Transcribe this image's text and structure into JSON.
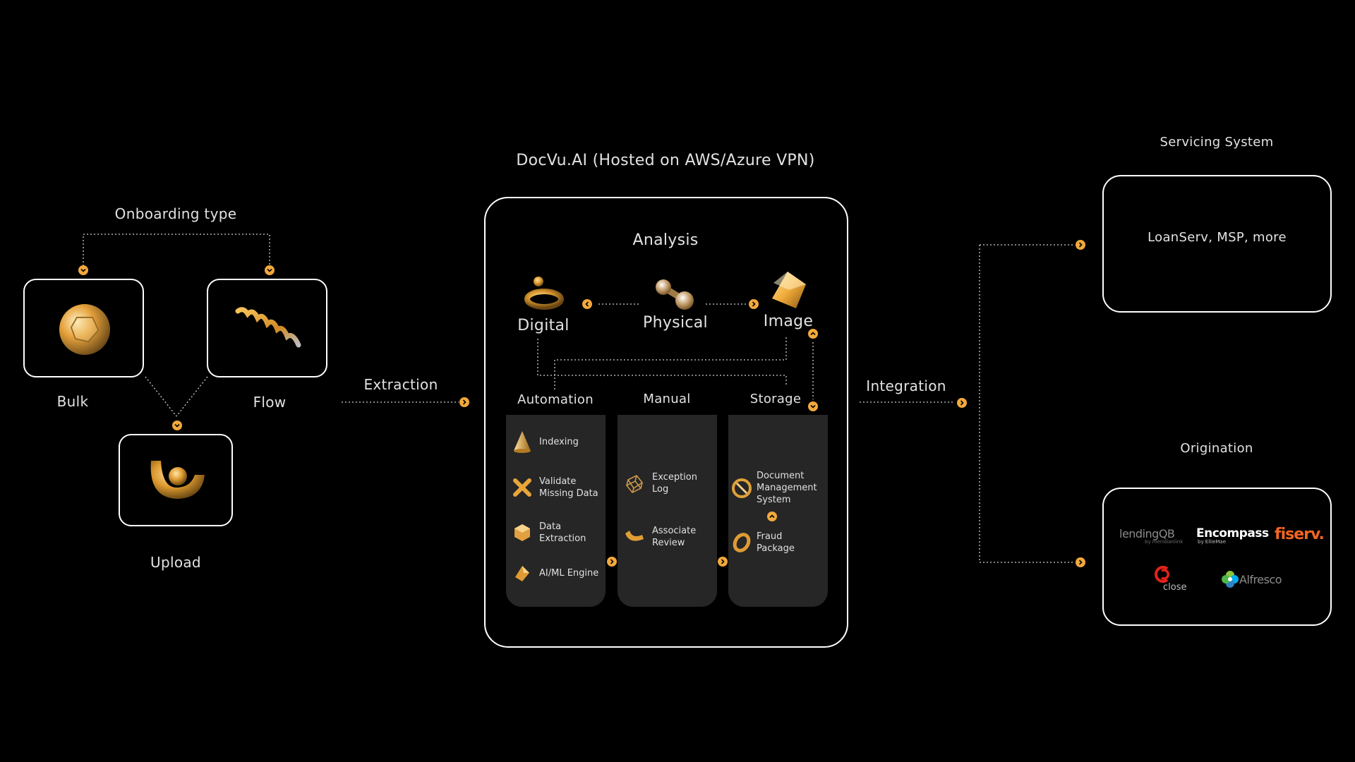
{
  "onboarding": {
    "title": "Onboarding type",
    "bulk_label": "Bulk",
    "flow_label": "Flow",
    "upload_label": "Upload"
  },
  "extraction_label": "Extraction",
  "integration_label": "Integration",
  "docvu": {
    "title": "DocVu.AI (Hosted on AWS/Azure VPN)",
    "analysis_title": "Analysis",
    "analysis_types": {
      "digital": "Digital",
      "physical": "Physical",
      "image": "Image"
    },
    "columns": {
      "automation": {
        "title": "Automation",
        "items": [
          "Indexing",
          "Validate\nMissing Data",
          "Data\nExtraction",
          "AI/ML Engine"
        ]
      },
      "manual": {
        "title": "Manual",
        "items": [
          "Exception\nLog",
          "Associate\nReview"
        ]
      },
      "storage": {
        "title": "Storage",
        "items": [
          "Document\nManagement\nSystem",
          "Fraud\nPackage"
        ]
      }
    }
  },
  "servicing": {
    "title": "Servicing System",
    "systems": "LoanServ, MSP, more"
  },
  "origination": {
    "title": "Origination",
    "logos": {
      "lendingqb": "lendingQB",
      "lendingqb_sub": "by meridianlink",
      "encompass": "Encompass",
      "encompass_sub": "by EllieMae",
      "fiserv": "fiserv.",
      "close": "close",
      "alfresco": "Alfresco"
    }
  },
  "colors": {
    "accent": "#f2a93b",
    "panel": "#262626",
    "background": "#000000",
    "border": "#ffffff"
  }
}
